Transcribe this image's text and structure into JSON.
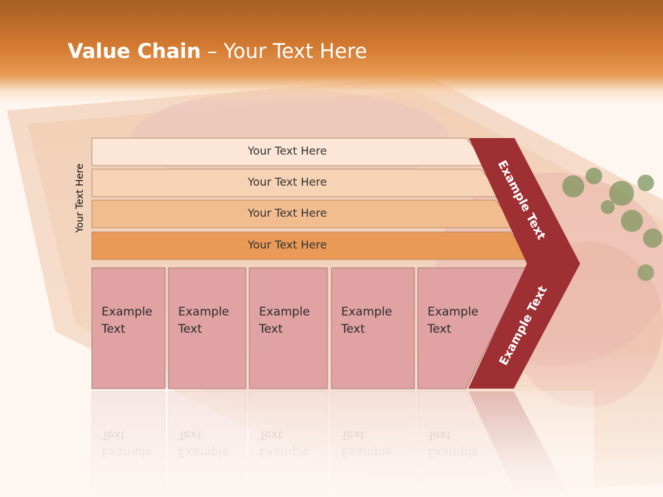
{
  "title": {
    "strong": "Value Chain",
    "rest": " – Your Text Here"
  },
  "side_label": "Your Text Here",
  "rows": [
    {
      "label": "Your Text Here",
      "color": "#fbe6d8"
    },
    {
      "label": "Your Text Here",
      "color": "#f7d3b5"
    },
    {
      "label": "Your Text Here",
      "color": "#f2bd8e"
    },
    {
      "label": "Your Text Here",
      "color": "#e99a57"
    }
  ],
  "cells": [
    {
      "line1": "Example",
      "line2": "Text"
    },
    {
      "line1": "Example",
      "line2": "Text"
    },
    {
      "line1": "Example",
      "line2": "Text"
    },
    {
      "line1": "Example",
      "line2": "Text"
    },
    {
      "line1": "Example",
      "line2": "Text"
    }
  ],
  "arrow_upper": "Example Text",
  "arrow_lower": "Example Text",
  "colors": {
    "accent": "#9e2f33",
    "cell": "#e1a2a3",
    "header": "#d47a32"
  }
}
